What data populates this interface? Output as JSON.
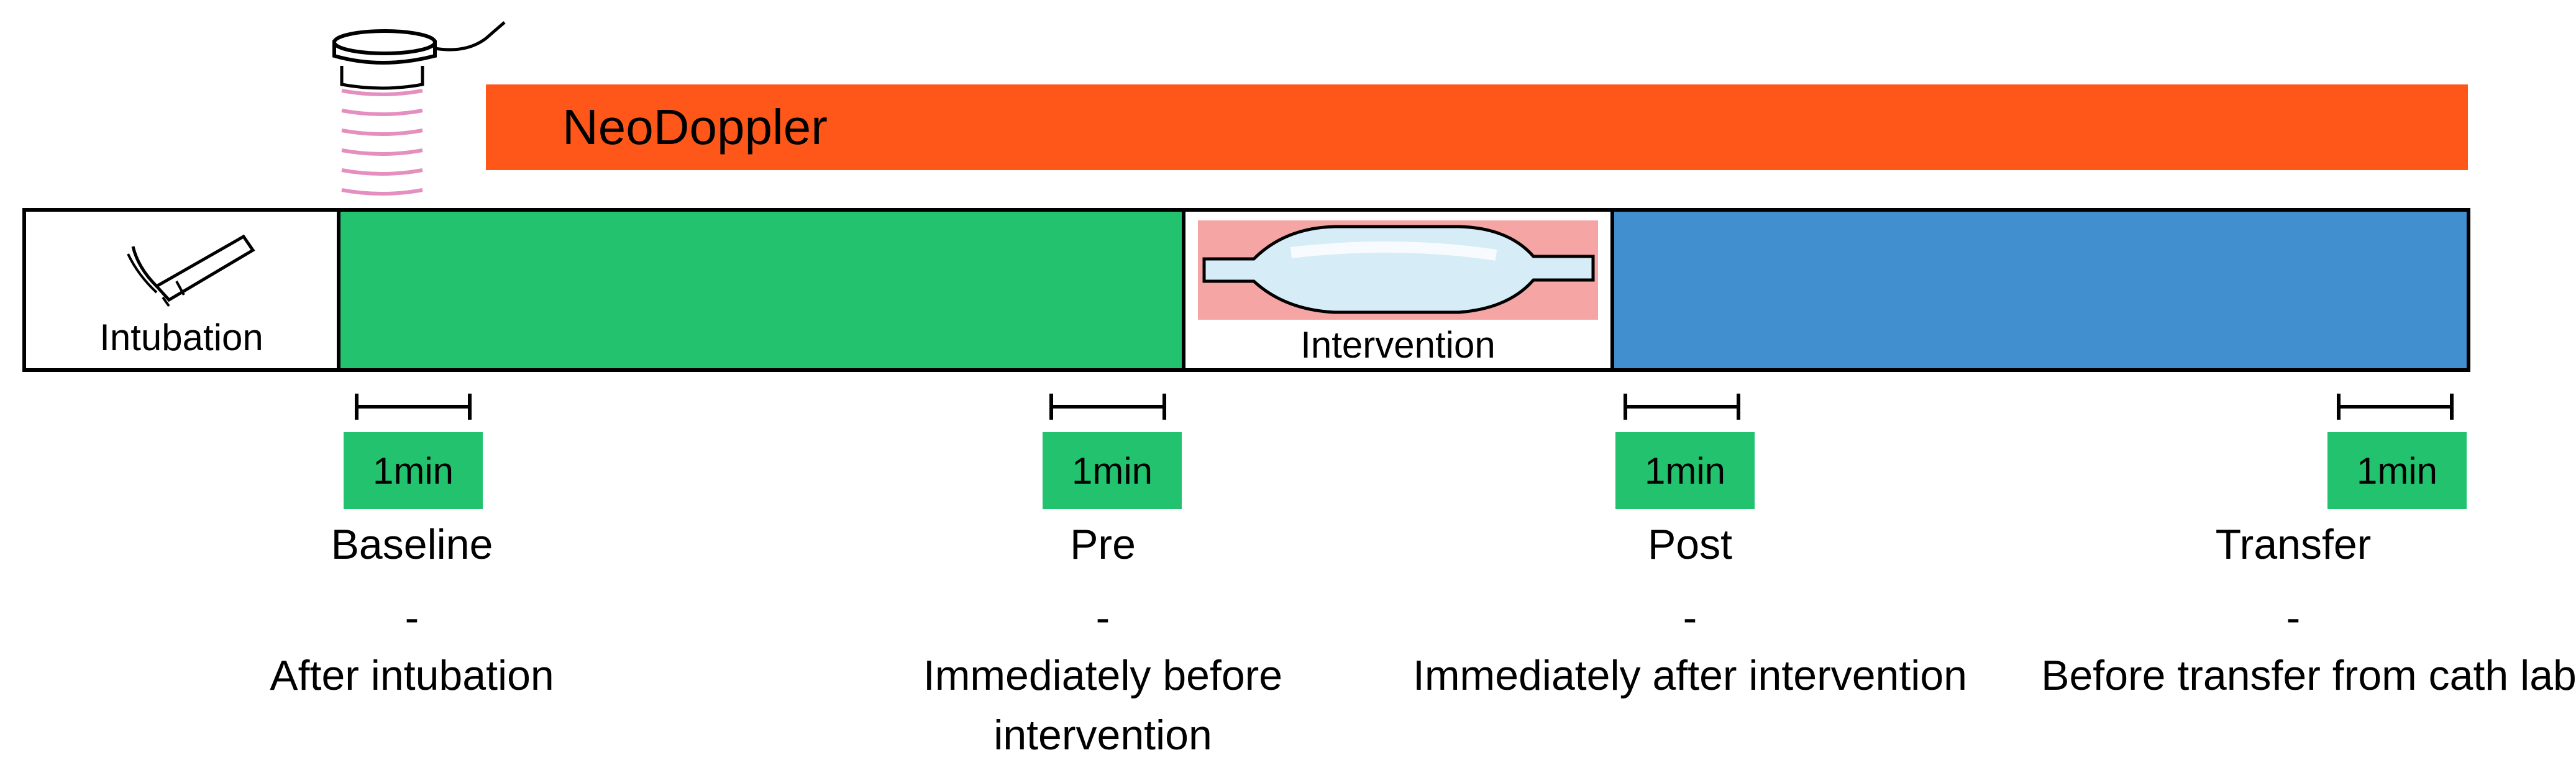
{
  "colors": {
    "neodoppler": "#ff5719",
    "green": "#22c26e",
    "blue": "#418fcf",
    "balloon_wall": "#ef5b5b",
    "probe_pink": "#e58fc0"
  },
  "neodoppler_label": "NeoDoppler",
  "segments": {
    "intubation": "Intubation",
    "intervention": "Intervention"
  },
  "measurements": [
    {
      "duration": "1min",
      "name": "Baseline",
      "dash": "-",
      "description": "After intubation"
    },
    {
      "duration": "1min",
      "name": "Pre",
      "dash": "-",
      "description": "Immediately before intervention"
    },
    {
      "duration": "1min",
      "name": "Post",
      "dash": "-",
      "description": "Immediately after intervention"
    },
    {
      "duration": "1min",
      "name": "Transfer",
      "dash": "-",
      "description": "Before transfer from cath lab"
    }
  ]
}
